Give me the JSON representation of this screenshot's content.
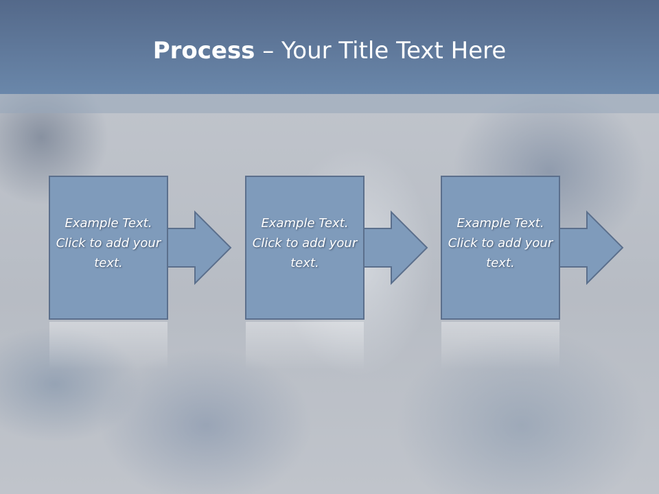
{
  "slide": {
    "title_bold": "Process",
    "title_rest": " – Your Title Text Here"
  },
  "steps": [
    {
      "text": "Example Text. Click  to add your text."
    },
    {
      "text": "Example Text. Click  to add your text."
    },
    {
      "text": "Example Text. Click  to add your text."
    }
  ],
  "colors": {
    "header": "#6a87aa",
    "shape_fill": "#7f9bbb",
    "shape_stroke": "#5b6f8c",
    "text": "#ffffff"
  }
}
